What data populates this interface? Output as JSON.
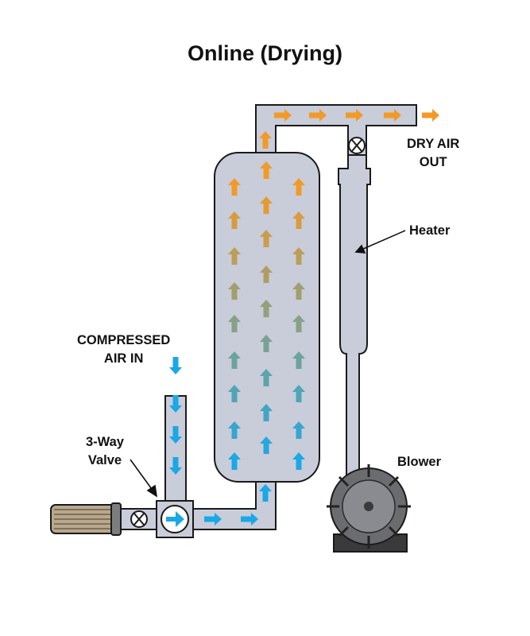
{
  "title": "Online (Drying)",
  "labels": {
    "dry_air_line1": "DRY AIR",
    "dry_air_line2": "OUT",
    "compressed_line1": "COMPRESSED",
    "compressed_line2": "AIR IN",
    "valve_line1": "3-Way",
    "valve_line2": "Valve",
    "heater": "Heater",
    "blower": "Blower"
  },
  "colors": {
    "pipe_fill": "#c9ccd9",
    "pipe_stroke": "#1a1a1a",
    "wet_air_arrow": "#1aa8e6",
    "dry_air_arrow": "#f29a27",
    "blower_body": "#6b6c70",
    "filter": "#b8a88e"
  }
}
